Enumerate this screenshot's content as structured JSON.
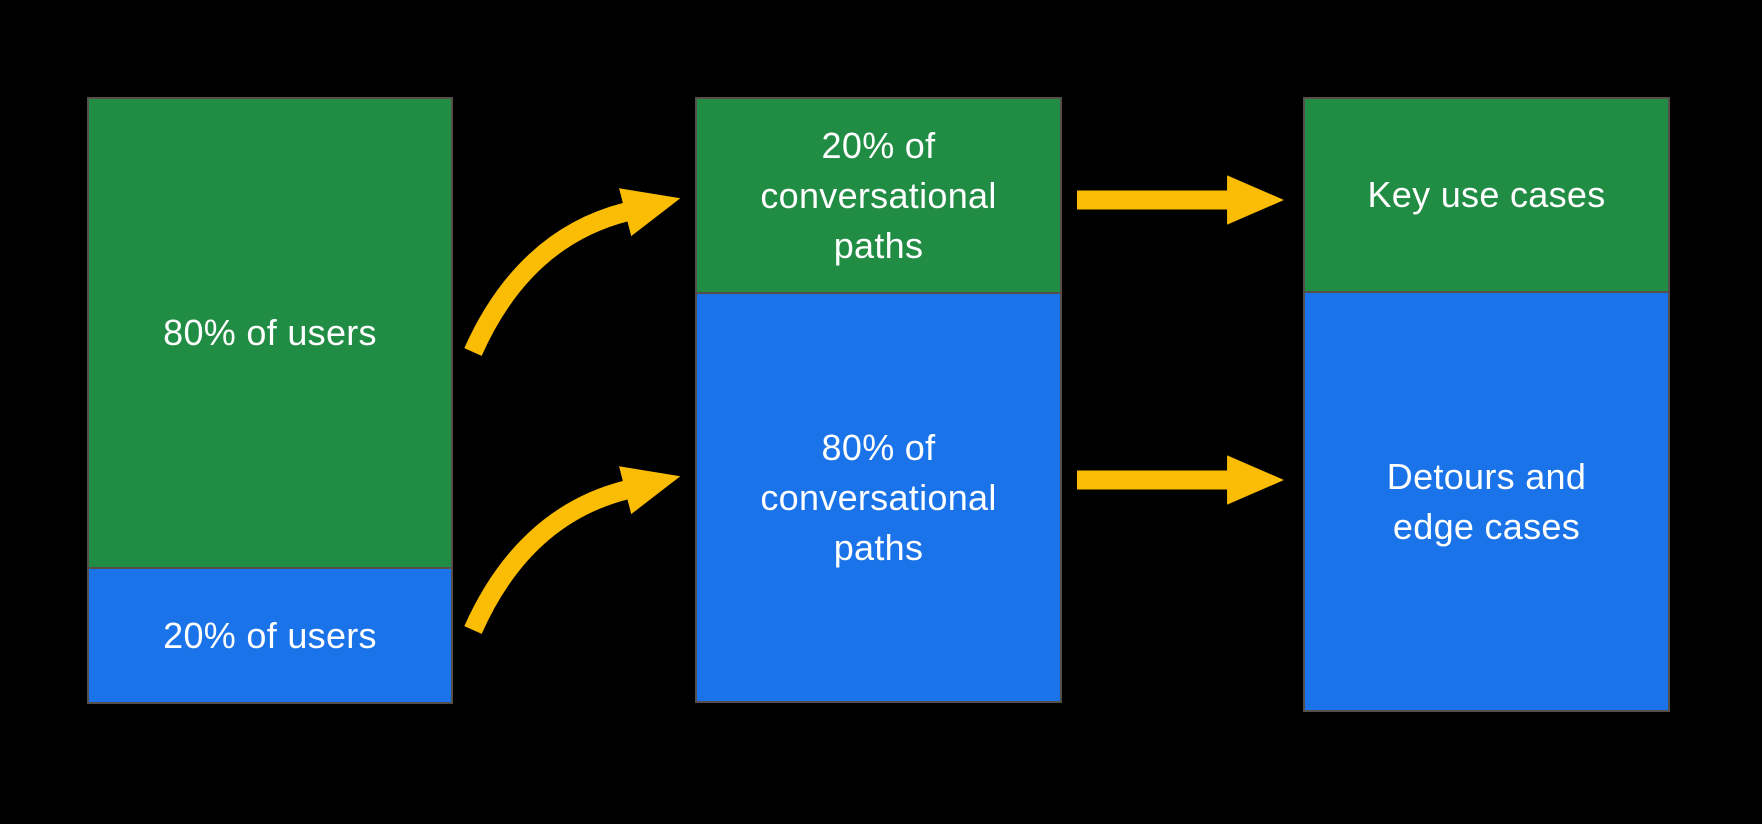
{
  "palette": {
    "bg": "#000000",
    "green": "#218c44",
    "blue": "#1a73e8",
    "arrow": "#fbbc04",
    "border": "#564f49",
    "text": "#ffffff"
  },
  "bars": {
    "users": {
      "top": {
        "label": "80% of users",
        "color": "#218c44"
      },
      "bottom": {
        "label": "20% of users",
        "color": "#1a73e8"
      }
    },
    "paths": {
      "top": {
        "label": "20% of\nconversational\npaths",
        "color": "#218c44"
      },
      "bottom": {
        "label": "80% of\nconversational\npaths",
        "color": "#1a73e8"
      }
    },
    "outcomes": {
      "top": {
        "label": "Key use cases",
        "color": "#218c44"
      },
      "bottom": {
        "label": "Detours and\nedge cases",
        "color": "#1a73e8"
      }
    }
  },
  "arrows": [
    {
      "style": "curved",
      "from": "80% of users",
      "to": "20% of conversational paths"
    },
    {
      "style": "curved",
      "from": "20% of users",
      "to": "80% of conversational paths"
    },
    {
      "style": "straight",
      "from": "20% of conversational paths",
      "to": "Key use cases"
    },
    {
      "style": "straight",
      "from": "80% of conversational paths",
      "to": "Detours and edge cases"
    }
  ]
}
